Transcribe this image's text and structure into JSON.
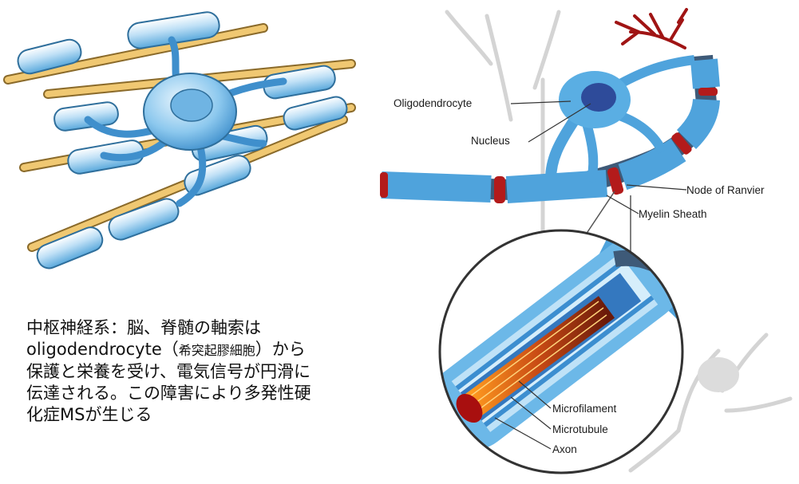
{
  "labels": {
    "oligodendrocyte": "Oligodendrocyte",
    "nucleus": "Nucleus",
    "node_of_ranvier": "Node of Ranvier",
    "myelin_sheath": "Myelin Sheath",
    "microfilament": "Microfilament",
    "microtubule": "Microtubule",
    "axon": "Axon"
  },
  "caption": {
    "line1": "中枢神経系：脳、脊髄の軸索は",
    "line2_a": "oligodendrocyte（",
    "line2_b": "希突起膠細胞",
    "line2_c": "）から",
    "line3": "保護と栄養を受け、電気信号が円滑に",
    "line4": "伝達される。この障害により多発性硬",
    "line5": "化症MSが生じる"
  },
  "colors": {
    "sheath_blue": "#4fa3dc",
    "axon_tan": "#e3b75c",
    "node_red": "#b31b1b",
    "axon_dark": "#3e5a78"
  }
}
